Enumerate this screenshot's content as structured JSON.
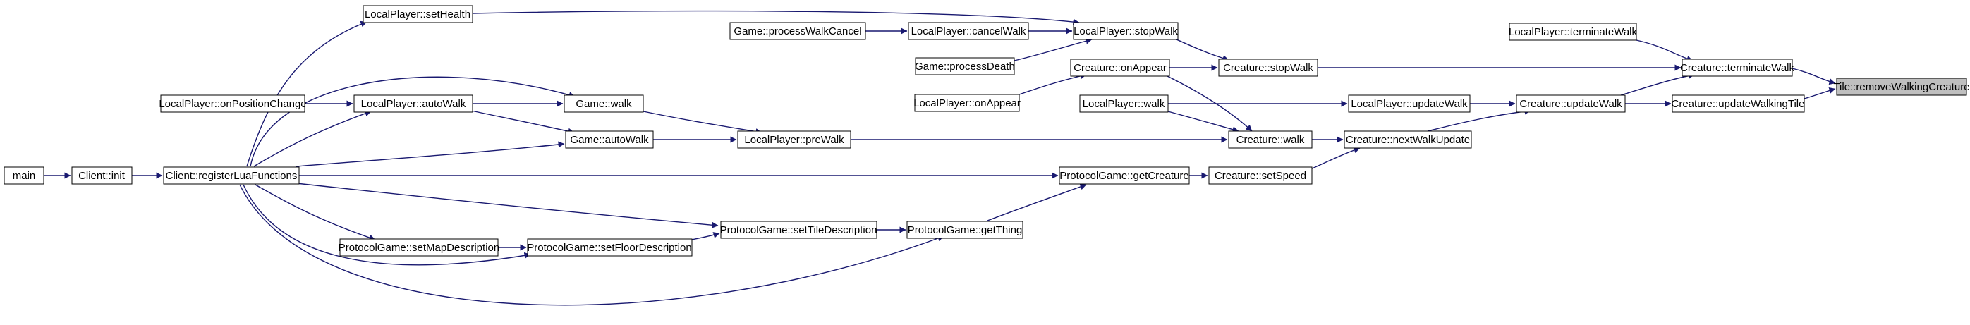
{
  "colors": {
    "edge": "#191970",
    "node_border": "#000000",
    "node_fill": "#ffffff",
    "highlight_fill": "#bfbfbf",
    "text": "#000000"
  },
  "nodes": {
    "n_removeWalkingCreature": {
      "label": "Tile::removeWalkingCreature",
      "highlight": true
    },
    "n_terminateWalk_creature": {
      "label": "Creature::terminateWalk"
    },
    "n_updateWalkingTile": {
      "label": "Creature::updateWalkingTile"
    },
    "n_localTerminateWalk": {
      "label": "LocalPlayer::terminateWalk"
    },
    "n_stopWalk_creature": {
      "label": "Creature::stopWalk"
    },
    "n_updateWalk_creature": {
      "label": "Creature::updateWalk"
    },
    "n_stopWalk_local": {
      "label": "LocalPlayer::stopWalk"
    },
    "n_updateWalk_local": {
      "label": "LocalPlayer::updateWalk"
    },
    "n_nextWalkUpdate": {
      "label": "Creature::nextWalkUpdate"
    },
    "n_setHealth": {
      "label": "LocalPlayer::setHealth"
    },
    "n_cancelWalk": {
      "label": "LocalPlayer::cancelWalk"
    },
    "n_processWalkCancel": {
      "label": "Game::processWalkCancel"
    },
    "n_processDeath": {
      "label": "Game::processDeath"
    },
    "n_onAppear_creature": {
      "label": "Creature::onAppear"
    },
    "n_onAppear_local": {
      "label": "LocalPlayer::onAppear"
    },
    "n_walk_local": {
      "label": "LocalPlayer::walk"
    },
    "n_walk_creature": {
      "label": "Creature::walk"
    },
    "n_setSpeed": {
      "label": "Creature::setSpeed"
    },
    "n_getCreature": {
      "label": "ProtocolGame::getCreature"
    },
    "n_preWalk": {
      "label": "LocalPlayer::preWalk"
    },
    "n_walk_game": {
      "label": "Game::walk"
    },
    "n_autoWalk_game": {
      "label": "Game::autoWalk"
    },
    "n_autoWalk_local": {
      "label": "LocalPlayer::autoWalk"
    },
    "n_onPositionChange": {
      "label": "LocalPlayer::onPositionChange"
    },
    "n_registerLuaFunctions": {
      "label": "Client::registerLuaFunctions"
    },
    "n_init": {
      "label": "Client::init"
    },
    "n_main": {
      "label": "main"
    },
    "n_getThing": {
      "label": "ProtocolGame::getThing"
    },
    "n_setTileDescription": {
      "label": "ProtocolGame::setTileDescription"
    },
    "n_setFloorDescription": {
      "label": "ProtocolGame::setFloorDescription"
    },
    "n_setMapDescription": {
      "label": "ProtocolGame::setMapDescription"
    }
  }
}
